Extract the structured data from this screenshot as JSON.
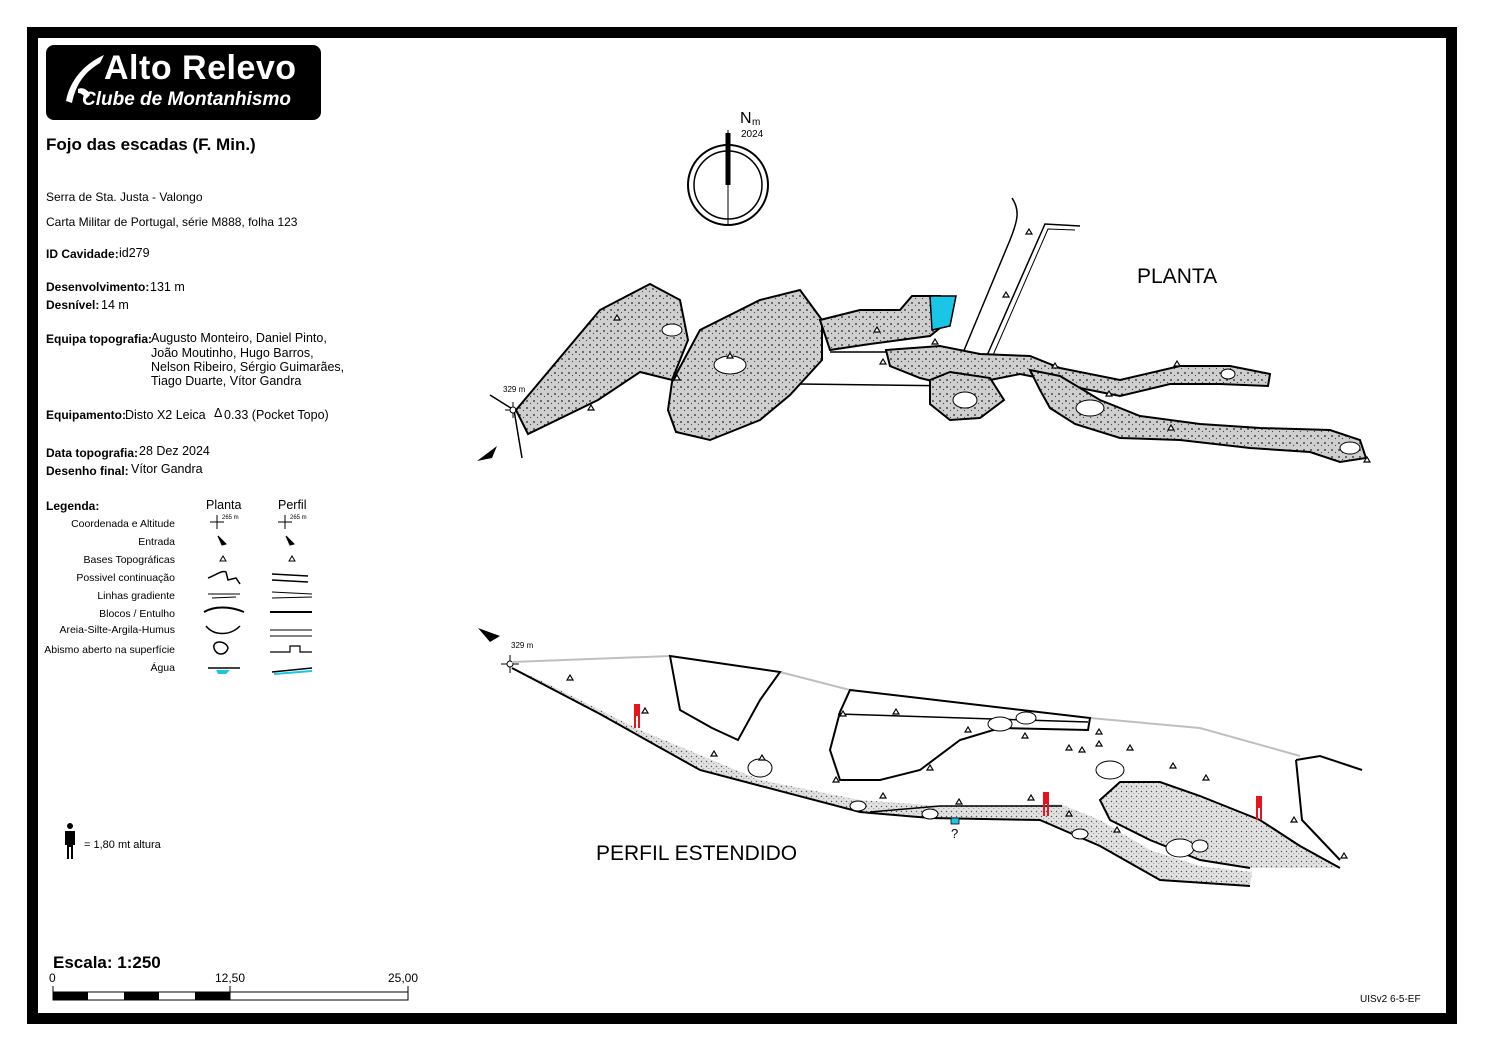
{
  "logo": {
    "title": "Alto Relevo",
    "subtitle": "Clube de Montanhismo"
  },
  "cave": {
    "name": "Fojo das escadas (F. Min.)",
    "location": "Serra de Sta. Justa - Valongo",
    "map_sheet": "Carta Militar de Portugal, série M888, folha 123",
    "id_label": "ID Cavidade:",
    "id_value": "id279",
    "dev_label": "Desenvolvimento:",
    "dev_value": "131 m",
    "desnivel_label": "Desnível:",
    "desnivel_value": "14 m",
    "team_label": "Equipa topografia:",
    "team_lines": [
      "Augusto Monteiro, Daniel Pinto,",
      "João Moutinho, Hugo Barros,",
      "Nelson Ribeiro, Sérgio Guimarães,",
      "Tiago Duarte, Vítor Gandra"
    ],
    "equip_label": "Equipamento:",
    "equip_value": "Disto X2 Leica",
    "equip_value2": "0.33 (Pocket Topo)",
    "date_label": "Data topografia:",
    "date_value": "28 Dez 2024",
    "drawing_label": "Desenho final:",
    "drawing_value": "Vítor Gandra"
  },
  "legend": {
    "title": "Legenda:",
    "col_plan": "Planta",
    "col_profile": "Perfil",
    "coord_sample": "265 m",
    "items": [
      "Coordenada e Altitude",
      "Entrada",
      "Bases Topográficas",
      "Possivel continuação",
      "Linhas gradiente",
      "Blocos / Entulho",
      "Areia-Silte-Argila-Humus",
      "Abismo aberto na superfície",
      "Água"
    ]
  },
  "person_scale": "= 1,80 mt altura",
  "scale": {
    "title": "Escala: 1:250",
    "ticks": [
      "0",
      "12,50",
      "25,00"
    ]
  },
  "north": {
    "label": "N",
    "suffix": "m",
    "year": "2024"
  },
  "plan": {
    "title": "PLANTA",
    "entrance_altitude": "329 m"
  },
  "profile": {
    "title": "PERFIL ESTENDIDO",
    "entrance_altitude": "329 m",
    "question_mark": "?"
  },
  "code": "UISv2 6-5-EF",
  "colors": {
    "water": "#19c6e6",
    "person": "#e8141b",
    "cave_fill": "#d2d2d2",
    "surface_line": "#bfbfbf"
  }
}
